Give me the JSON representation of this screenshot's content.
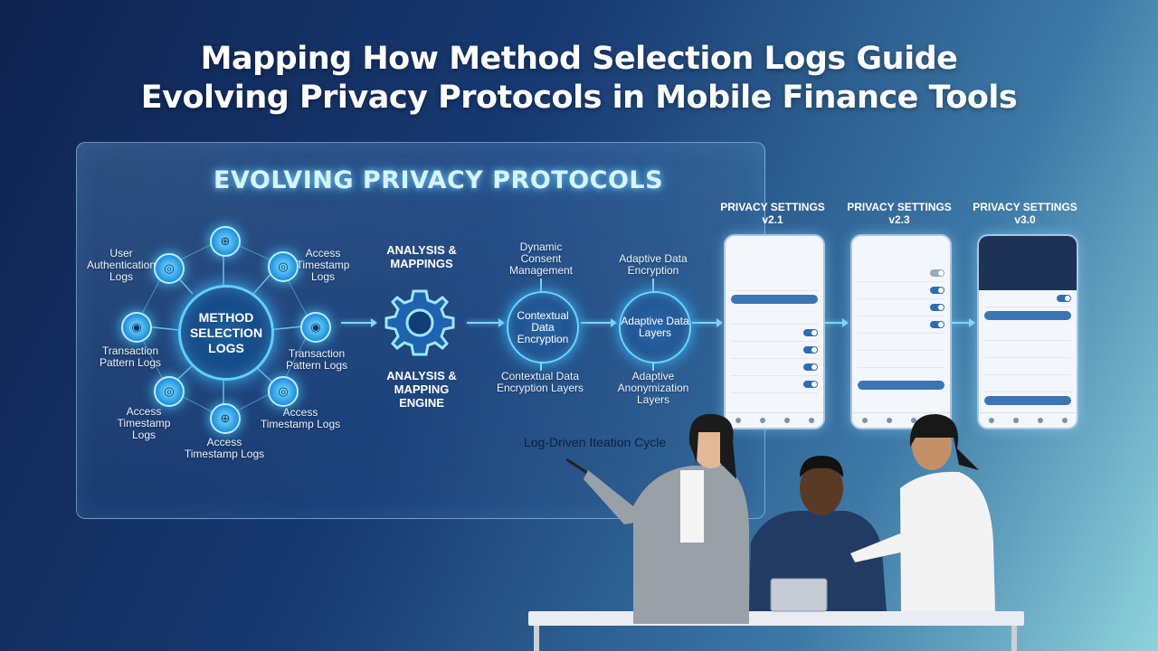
{
  "title_line1": "Mapping How Method Selection Logs Guide",
  "title_line2": "Evolving Privacy Protocols in Mobile Finance Tools",
  "panel_heading": "EVOLVING PRIVACY PROTOCOLS",
  "hub": "METHOD SELECTION LOGS",
  "nodes": [
    {
      "label": "User Authentication Logs"
    },
    {
      "label": "Access Timestamp Logs"
    },
    {
      "label": "Transaction Pattern Logs"
    },
    {
      "label": "Transaction Pattern Logs"
    },
    {
      "label": "Access Timestamp Logs"
    },
    {
      "label": "Access Timestamp Logs"
    },
    {
      "label": "Access Timestamp Logs"
    }
  ],
  "analysis_top": "ANALYSIS & MAPPINGS",
  "analysis_bottom": "ANALYSIS & MAPPING ENGINE",
  "consent": "Dynamic Consent Management",
  "contextual_ring": "Contextual Data Encryption",
  "contextual_bottom": "Contextual Data Encryption Layers",
  "adaptive_top": "Adaptive Data Encryption",
  "adaptive_ring": "Adaptive Data Layers",
  "adaptive_bottom": "Adaptive Anonymization Layers",
  "cycle": "Log-Driven Iteation Cycle",
  "phones": [
    {
      "title": "PRIVACY SETTINGS v2.1"
    },
    {
      "title": "PRIVACY SETTINGS v2.3"
    },
    {
      "title": "PRIVACY SETTINGS v3.0"
    }
  ],
  "colors": {
    "accent": "#5fd0ff",
    "toggle": "#2f6db2"
  }
}
